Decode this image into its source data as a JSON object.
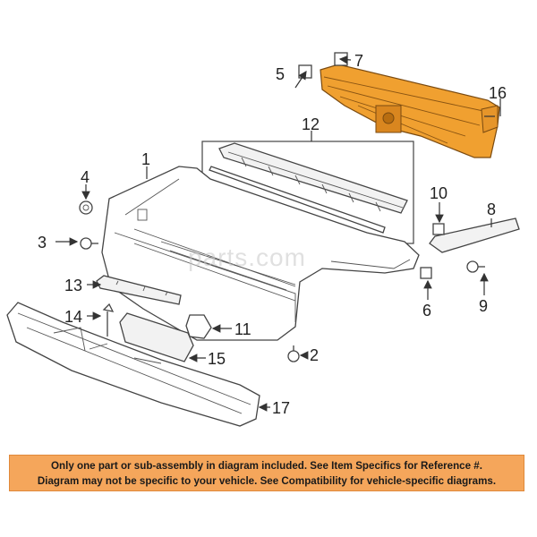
{
  "diagram": {
    "callouts": {
      "c1": "1",
      "c2": "2",
      "c3": "3",
      "c4": "4",
      "c5": "5",
      "c6": "6",
      "c7": "7",
      "c8": "8",
      "c9": "9",
      "c10": "10",
      "c11": "11",
      "c12": "12",
      "c13": "13",
      "c14": "14",
      "c15": "15",
      "c16": "16",
      "c17": "17"
    },
    "highlight_color": "#f0a030",
    "watermark": "parts.com"
  },
  "banner": {
    "line1": "Only one part or sub-assembly in diagram included. See Item Specifics for Reference #.",
    "line2": "Diagram may not be specific to your vehicle. See Compatibility for vehicle-specific diagrams.",
    "background": "#f5a65b"
  }
}
